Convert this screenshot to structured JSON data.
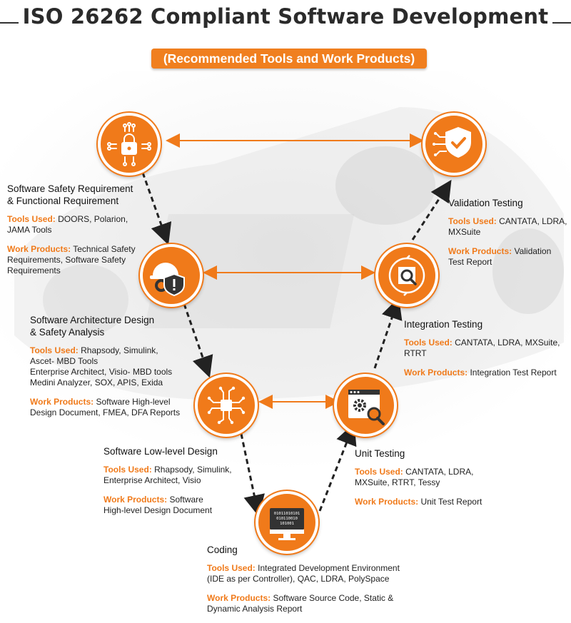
{
  "title": "ISO 26262 Compliant Software Development",
  "subtitle": "(Recommended Tools and Work Products)",
  "colors": {
    "accent": "#f07a1a",
    "text": "#222222"
  },
  "stages": {
    "req": {
      "icon": "lock-circuit-icon",
      "title_lines": [
        "Software Safety Requirement",
        "& Functional Requirement"
      ],
      "tools_label": "Tools Used:",
      "tools_lines": [
        "DOORS, Polarion,",
        "JAMA Tools"
      ],
      "wp_label": "Work Products:",
      "wp_lines": [
        "Technical Safety",
        "Requirements, Software Safety",
        "Requirements"
      ]
    },
    "arch": {
      "icon": "hardhat-warning-shield-icon",
      "title_lines": [
        "Software Architecture Design",
        "& Safety Analysis"
      ],
      "tools_label": "Tools Used:",
      "tools_lines": [
        "Rhapsody, Simulink,",
        "Ascet- MBD Tools",
        "Enterprise Architect, Visio- MBD tools",
        "Medini Analyzer, SOX, APIS, Exida"
      ],
      "wp_label": "Work Products:",
      "wp_lines": [
        "Software High-level",
        "Design Document, FMEA, DFA Reports"
      ]
    },
    "lld": {
      "icon": "chip-circuit-icon",
      "title_lines": [
        "Software Low-level Design"
      ],
      "tools_label": "Tools Used:",
      "tools_lines": [
        "Rhapsody, Simulink,",
        "Enterprise Architect, Visio"
      ],
      "wp_label": "Work Products:",
      "wp_lines": [
        "Software",
        "High-level Design Document"
      ]
    },
    "coding": {
      "icon": "binary-monitor-icon",
      "screen_lines": [
        "01011010101",
        "010110010",
        "101001"
      ],
      "title_lines": [
        "Coding"
      ],
      "tools_label": "Tools Used:",
      "tools_lines": [
        "Integrated Development Environment",
        "(IDE as per Controller), QAC, LDRA, PolySpace"
      ],
      "wp_label": "Work Products:",
      "wp_lines": [
        "Software Source Code, Static &",
        "Dynamic Analysis Report"
      ]
    },
    "unit": {
      "icon": "browser-gear-magnifier-icon",
      "title_lines": [
        "Unit Testing"
      ],
      "tools_label": "Tools Used:",
      "tools_lines": [
        "CANTATA, LDRA,",
        "MXSuite, RTRT, Tessy"
      ],
      "wp_label": "Work Products:",
      "wp_lines": [
        "Unit Test Report"
      ]
    },
    "integration": {
      "icon": "puzzle-magnifier-icon",
      "title_lines": [
        "Integration Testing"
      ],
      "tools_label": "Tools Used:",
      "tools_lines": [
        "CANTATA, LDRA, MXSuite,",
        "RTRT"
      ],
      "wp_label": "Work Products:",
      "wp_lines": [
        "Integration Test Report"
      ]
    },
    "validation": {
      "icon": "shield-check-circuit-icon",
      "title_lines": [
        "Validation Testing"
      ],
      "tools_label": "Tools Used:",
      "tools_lines": [
        "CANTATA, LDRA,",
        "MXSuite"
      ],
      "wp_label": "Work Products:",
      "wp_lines": [
        "Validation",
        "Test Report"
      ]
    }
  }
}
